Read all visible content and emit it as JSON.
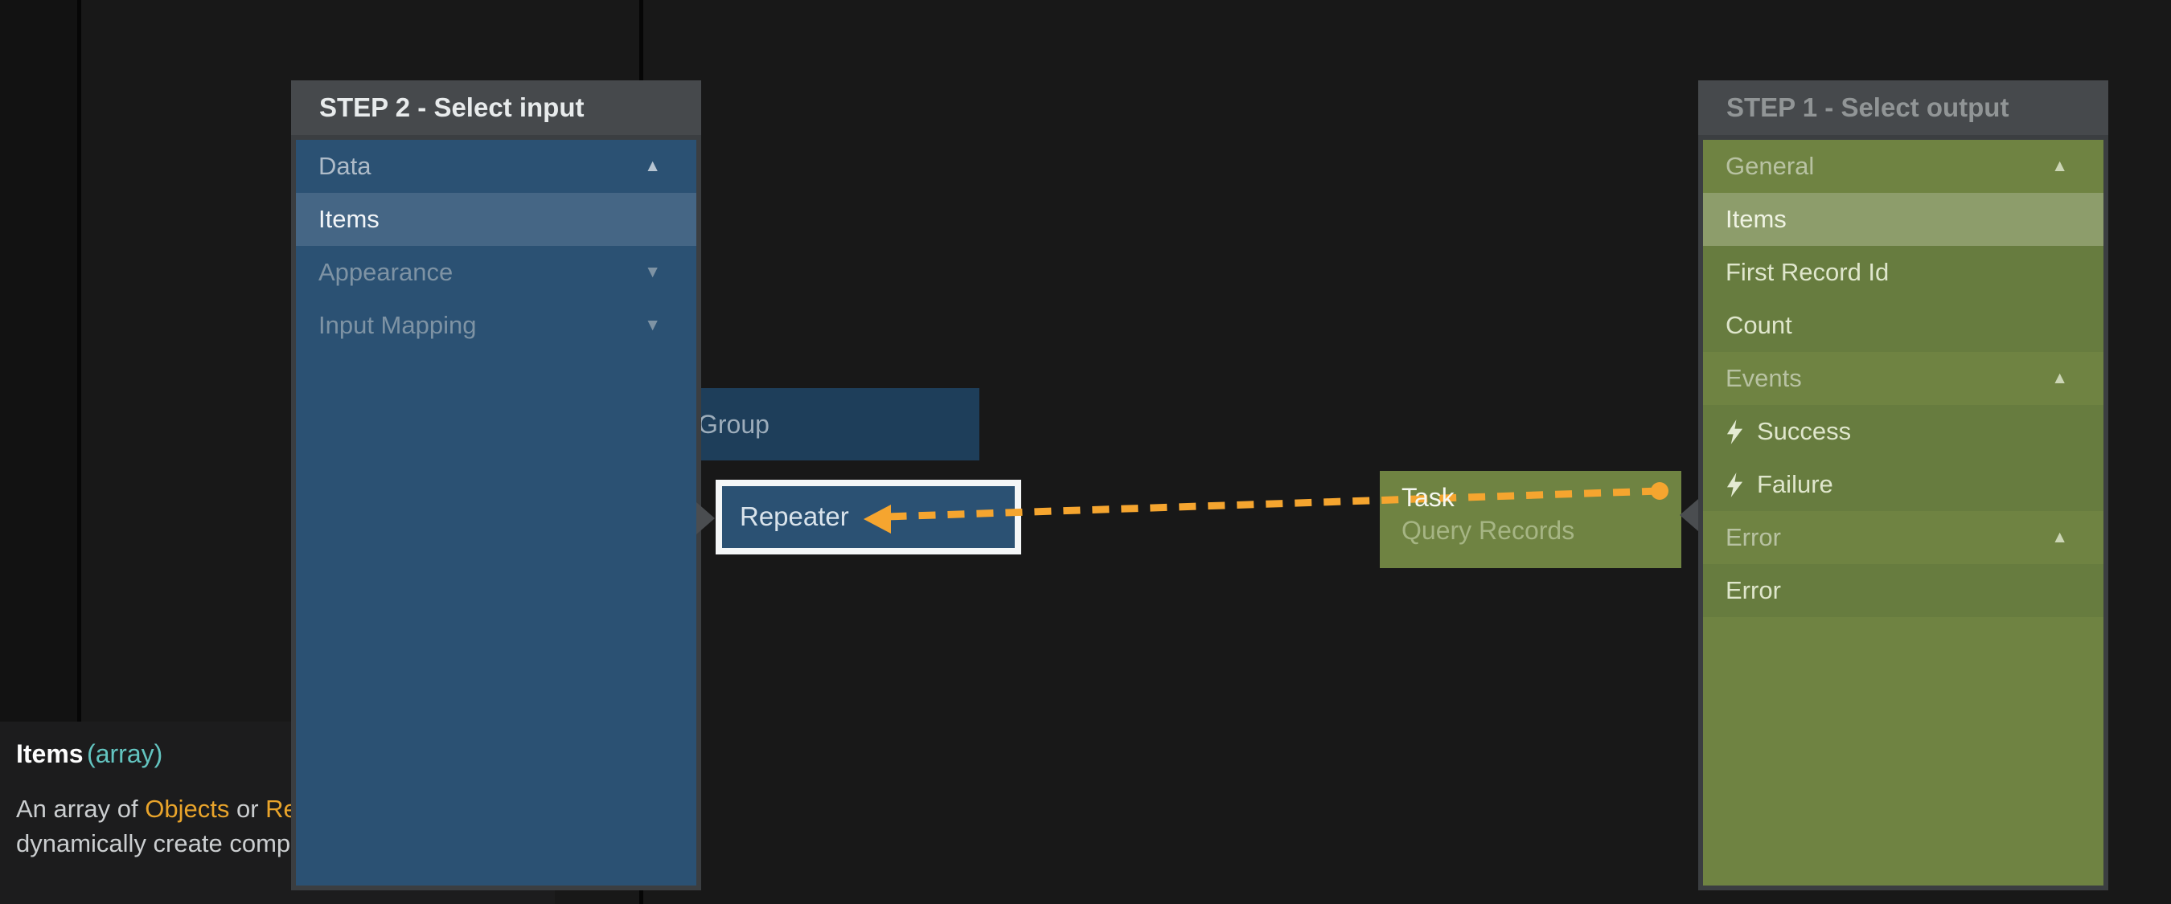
{
  "left_panel": {
    "title": "STEP 2 - Select input",
    "items": [
      {
        "label": "Data",
        "type": "group",
        "state": "expanded"
      },
      {
        "label": "Items",
        "type": "child",
        "state": "selected"
      },
      {
        "label": "Appearance",
        "type": "group",
        "state": "collapsed"
      },
      {
        "label": "Input Mapping",
        "type": "group",
        "state": "collapsed"
      }
    ]
  },
  "right_panel": {
    "title": "STEP 1 - Select output",
    "items": [
      {
        "label": "General",
        "type": "group",
        "state": "expanded"
      },
      {
        "label": "Items",
        "type": "child",
        "state": "highlighted"
      },
      {
        "label": "First Record Id",
        "type": "child"
      },
      {
        "label": "Count",
        "type": "child"
      },
      {
        "label": "Events",
        "type": "group",
        "state": "expanded"
      },
      {
        "label": "Success",
        "type": "child",
        "icon": "lightning-icon"
      },
      {
        "label": "Failure",
        "type": "child",
        "icon": "lightning-icon"
      },
      {
        "label": "Error",
        "type": "group",
        "state": "expanded"
      },
      {
        "label": "Error",
        "type": "child"
      }
    ]
  },
  "nodes": {
    "group": {
      "label": "Group"
    },
    "repeater": {
      "label": "Repeater",
      "selected": true
    },
    "task": {
      "title": "Task",
      "subtitle": "Query Records"
    }
  },
  "connection": {
    "type": "dashed-arrow",
    "from": "Task (Query Records) output port",
    "to": "Repeater",
    "color": "#f5a52f"
  },
  "tooltip": {
    "title": "Items",
    "type_annotation": "(array)",
    "line1_pre": "An array of ",
    "line1_link1": "Objects",
    "line1_mid": " or ",
    "line1_link2": "Re",
    "line2": "dynamically create comp"
  },
  "icons": {
    "expanded": "▲",
    "collapsed": "▼"
  },
  "colors": {
    "canvas_bg": "#181818",
    "panel_header_bg": "#46494c",
    "input_panel_bg": "#2b5173",
    "input_selected_bg": "#456685",
    "output_panel_bg": "#6f8342",
    "output_child_bg": "#677c3f",
    "output_selected_bg": "#8d9d6b",
    "accent_orange": "#f5a52f",
    "type_teal": "#63c4c0",
    "selection_border_white": "#f4f6f7"
  }
}
